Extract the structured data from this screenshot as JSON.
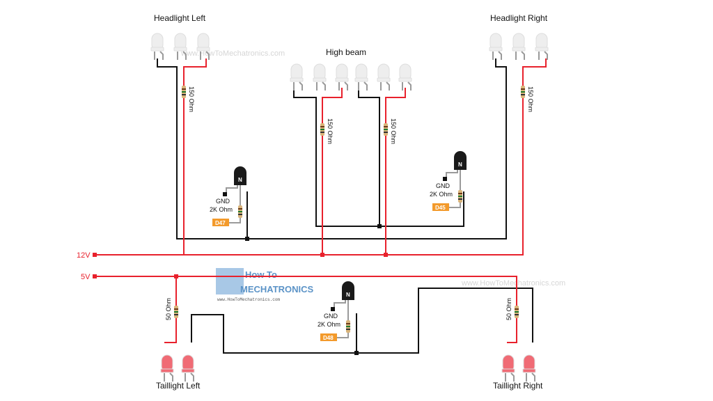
{
  "title": "Car lights circuit diagram",
  "groups": {
    "headlight_left": "Headlight Left",
    "headlight_right": "Headlight Right",
    "high_beam": "High beam",
    "taillight_left": "Taillight Left",
    "taillight_right": "Taillight Right"
  },
  "rails": {
    "v12": "12V",
    "v5": "5V"
  },
  "resistors": {
    "headlight": "150 Ohm",
    "taillight": "50 Ohm",
    "base": "2K Ohm"
  },
  "transistors": [
    {
      "type": "N",
      "gnd": "GND",
      "base_resistor": "2K Ohm",
      "pin": "D47"
    },
    {
      "type": "N",
      "gnd": "GND",
      "base_resistor": "2K Ohm",
      "pin": "D45"
    },
    {
      "type": "N",
      "gnd": "GND",
      "base_resistor": "2K Ohm",
      "pin": "D48"
    }
  ],
  "watermark": "www.HowToMechatronics.com",
  "logo": {
    "line1": "How To",
    "line2": "MECHATRONICS",
    "url": "www.HowToMechatronics.com"
  },
  "colors": {
    "positive": "#e8212c",
    "ground": "#111111",
    "lead": "#9a9a9a",
    "pin_badge": "#f39a2b",
    "tail_led": "#f06b75",
    "head_led": "#eeeeee"
  }
}
